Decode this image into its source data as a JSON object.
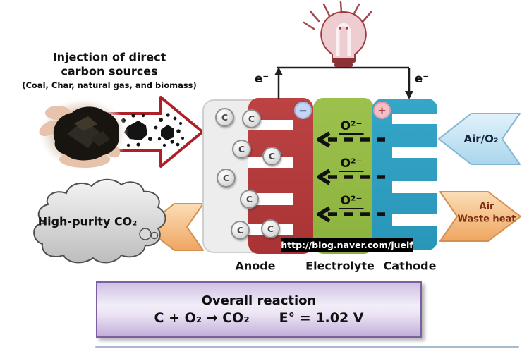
{
  "header": {
    "line1": "Injection of direct",
    "line2": "carbon sources",
    "line3": "(Coal, Char, natural gas, and biomass)"
  },
  "circuit": {
    "electron_label": "e⁻",
    "anode_terminal": "−",
    "cathode_terminal": "+"
  },
  "cell": {
    "anode_label": "Anode",
    "electrolyte_label": "Electrolyte",
    "cathode_label": "Cathode",
    "carbon_particle_label": "C",
    "oxygen_ion_label": "O²⁻",
    "carbon_particle_count": 8,
    "oxygen_ion_arrow_count": 3
  },
  "flows": {
    "air_in": "Air/O₂",
    "waste_heat_line1": "Air",
    "waste_heat_line2": "Waste heat",
    "co2_cloud": "High-purity CO₂"
  },
  "watermark": {
    "text": "http://blog.naver.com/juelf"
  },
  "reaction_box": {
    "title": "Overall reaction",
    "equation": "C  +  O₂  →  CO₂",
    "potential": "E° = 1.02 V"
  },
  "colors": {
    "anode_red": "#b43a3c",
    "electrolyte_green": "#95bc45",
    "cathode_blue": "#2f9fc1",
    "injection_arrow_border": "#ae2028",
    "air_arrow_fill": "#bfe0f2",
    "heat_arrow_fill": "#f5b97f",
    "reaction_box_border": "#7c5fa0",
    "reaction_box_fill": "#d9cde9"
  }
}
